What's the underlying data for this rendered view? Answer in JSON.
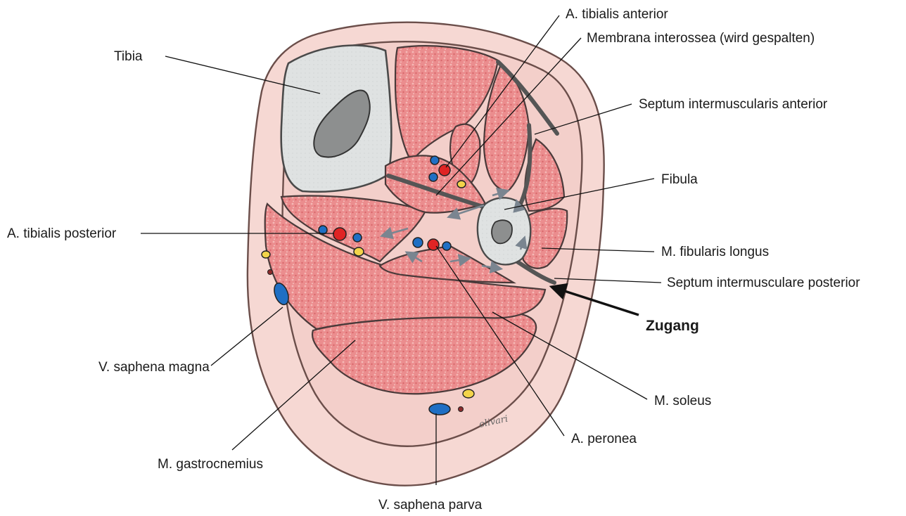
{
  "labels": {
    "tibia": "Tibia",
    "a_tibialis_anterior": "A. tibialis anterior",
    "membrana_interossea": "Membrana interossea (wird gespalten)",
    "septum_anterior": "Septum intermuscularis anterior",
    "fibula": "Fibula",
    "a_tibialis_posterior": "A. tibialis posterior",
    "m_fibularis_longus": "M. fibularis longus",
    "septum_posterior": "Septum intermusculare posterior",
    "zugang": "Zugang",
    "v_saphena_magna": "V. saphena magna",
    "m_soleus": "M. soleus",
    "a_peronea": "A. peronea",
    "m_gastrocnemius": "M. gastrocnemius",
    "v_saphena_parva": "V. saphena parva"
  },
  "signature": "olivari",
  "colors": {
    "skin": "#f6d8d3",
    "muscle": "#e9898a",
    "bone": "#d9dcdc",
    "artery": "#e02424",
    "vein": "#1f6fc4",
    "nerve": "#f3d44a",
    "fascia": "#555555"
  }
}
